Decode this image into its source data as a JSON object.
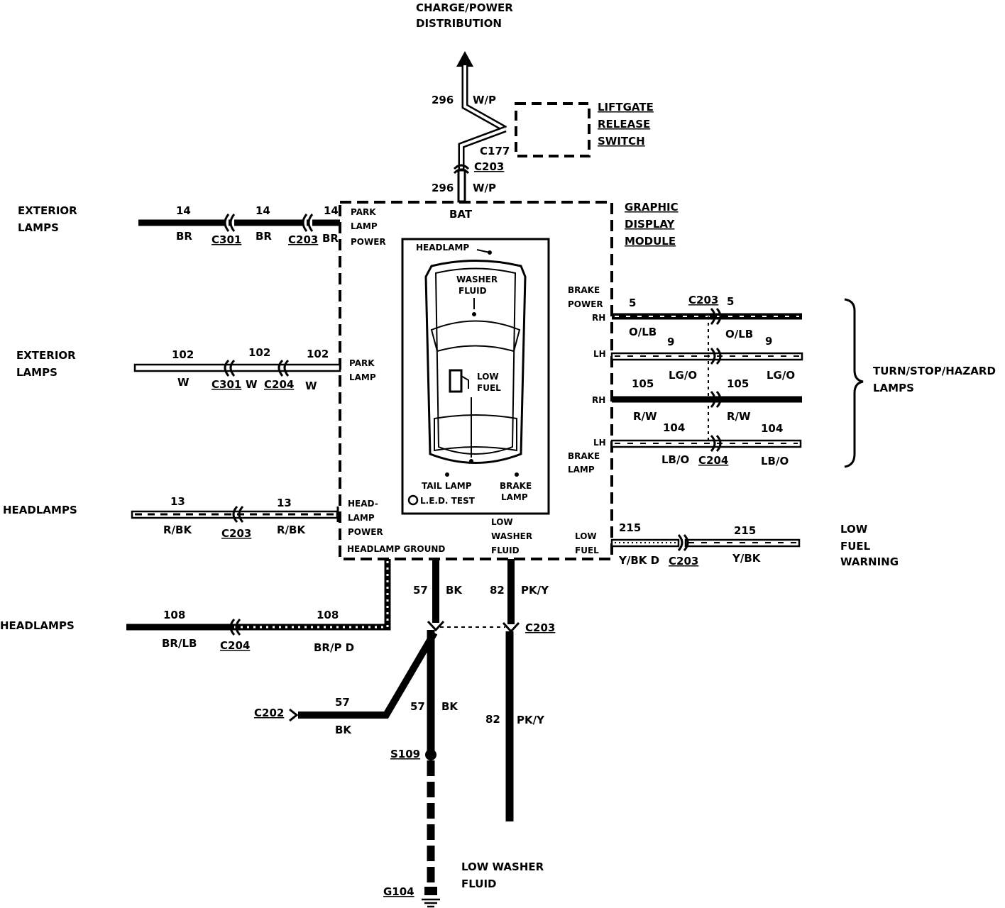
{
  "top": {
    "charge_line1": "CHARGE/POWER",
    "charge_line2": "DISTRIBUTION",
    "wire_296_top": "296",
    "wire_wp_top": "W/P",
    "c177": "C177",
    "c203_top": "C203",
    "wire_296_bottom": "296",
    "wire_wp_bottom": "W/P",
    "liftgate_line1": "LIFTGATE",
    "liftgate_line2": "RELEASE",
    "liftgate_line3": "SWITCH"
  },
  "module": {
    "title_line1": "GRAPHIC",
    "title_line2": "DISPLAY",
    "title_line3": "MODULE",
    "bat": "BAT",
    "park_lamp_power_line1": "PARK",
    "park_lamp_power_line2": "LAMP",
    "park_lamp_power_line3": "POWER",
    "park_lamp_line1": "PARK",
    "park_lamp_line2": "LAMP",
    "headlamp_power_line1": "HEAD-",
    "headlamp_power_line2": "LAMP",
    "headlamp_power_line3": "POWER",
    "headlamp_ground": "HEADLAMP GROUND",
    "low_washer_line1": "LOW",
    "low_washer_line2": "WASHER",
    "low_washer_line3": "FLUID",
    "low_fuel_line1": "LOW",
    "low_fuel_line2": "FUEL",
    "brake_power_line1": "BRAKE",
    "brake_power_line2": "POWER",
    "brake_power_line3": "RH",
    "lh_1": "LH",
    "rh_2": "RH",
    "lh_brake_line1": "LH",
    "lh_brake_line2": "BRAKE",
    "lh_brake_line3": "LAMP"
  },
  "display": {
    "headlamp": "HEADLAMP",
    "washer_line1": "WASHER",
    "washer_line2": "FLUID",
    "low_fuel_line1": "LOW",
    "low_fuel_line2": "FUEL",
    "tail_lamp": "TAIL LAMP",
    "brake_line1": "BRAKE",
    "brake_line2": "LAMP",
    "led_test": "L.E.D. TEST"
  },
  "left": {
    "exterior1_line1": "EXTERIOR",
    "exterior1_line2": "LAMPS",
    "w14_a": "14",
    "w14_b": "14",
    "w14_c": "14",
    "br_a": "BR",
    "c301_a": "C301",
    "br_b": "BR",
    "c203_a": "C203",
    "br_c": "BR",
    "exterior2_line1": "EXTERIOR",
    "exterior2_line2": "LAMPS",
    "w102_a": "102",
    "w102_b": "102",
    "w102_c": "102",
    "w_a": "W",
    "c301_b": "C301",
    "w_b": "W",
    "c204_a": "C204",
    "w_c": "W",
    "headlamps1": "HEADLAMPS",
    "w13_a": "13",
    "w13_b": "13",
    "rbk_a": "R/BK",
    "c203_b": "C203",
    "rbk_b": "R/BK",
    "headlamps2": "HEADLAMPS",
    "w108_a": "108",
    "w108_b": "108",
    "brlb": "BR/LB",
    "c204_b": "C204",
    "brp": "BR/P D"
  },
  "right": {
    "w5_a": "5",
    "c203_r1": "C203",
    "w5_b": "5",
    "olb_a": "O/LB",
    "olb_b": "O/LB",
    "w9_a": "9",
    "w9_b": "9",
    "lgo_a": "LG/O",
    "lgo_b": "LG/O",
    "w105_a": "105",
    "w105_b": "105",
    "rw_a": "R/W",
    "rw_b": "R/W",
    "w104_a": "104",
    "w104_b": "104",
    "lbo_a": "LB/O",
    "c204_r": "C204",
    "lbo_b": "LB/O",
    "turn_line1": "TURN/STOP/HAZARD",
    "turn_line2": "LAMPS",
    "w215_a": "215",
    "w215_b": "215",
    "ybk_a": "Y/BK D",
    "c203_r2": "C203",
    "ybk_b": "Y/BK",
    "low_fuel_warn_line1": "LOW",
    "low_fuel_warn_line2": "FUEL",
    "low_fuel_warn_line3": "WARNING"
  },
  "bottom": {
    "w57_a": "57",
    "bk_a": "BK",
    "w82_a": "82",
    "pky_a": "PK/Y",
    "c203_b": "C203",
    "c202": "C202",
    "w57_b": "57",
    "bk_b": "BK",
    "w57_c": "57",
    "bk_c": "BK",
    "w82_b": "82",
    "pky_b": "PK/Y",
    "s109": "S109",
    "g104": "G104",
    "low_washer_line1": "LOW WASHER",
    "low_washer_line2": "FLUID"
  }
}
